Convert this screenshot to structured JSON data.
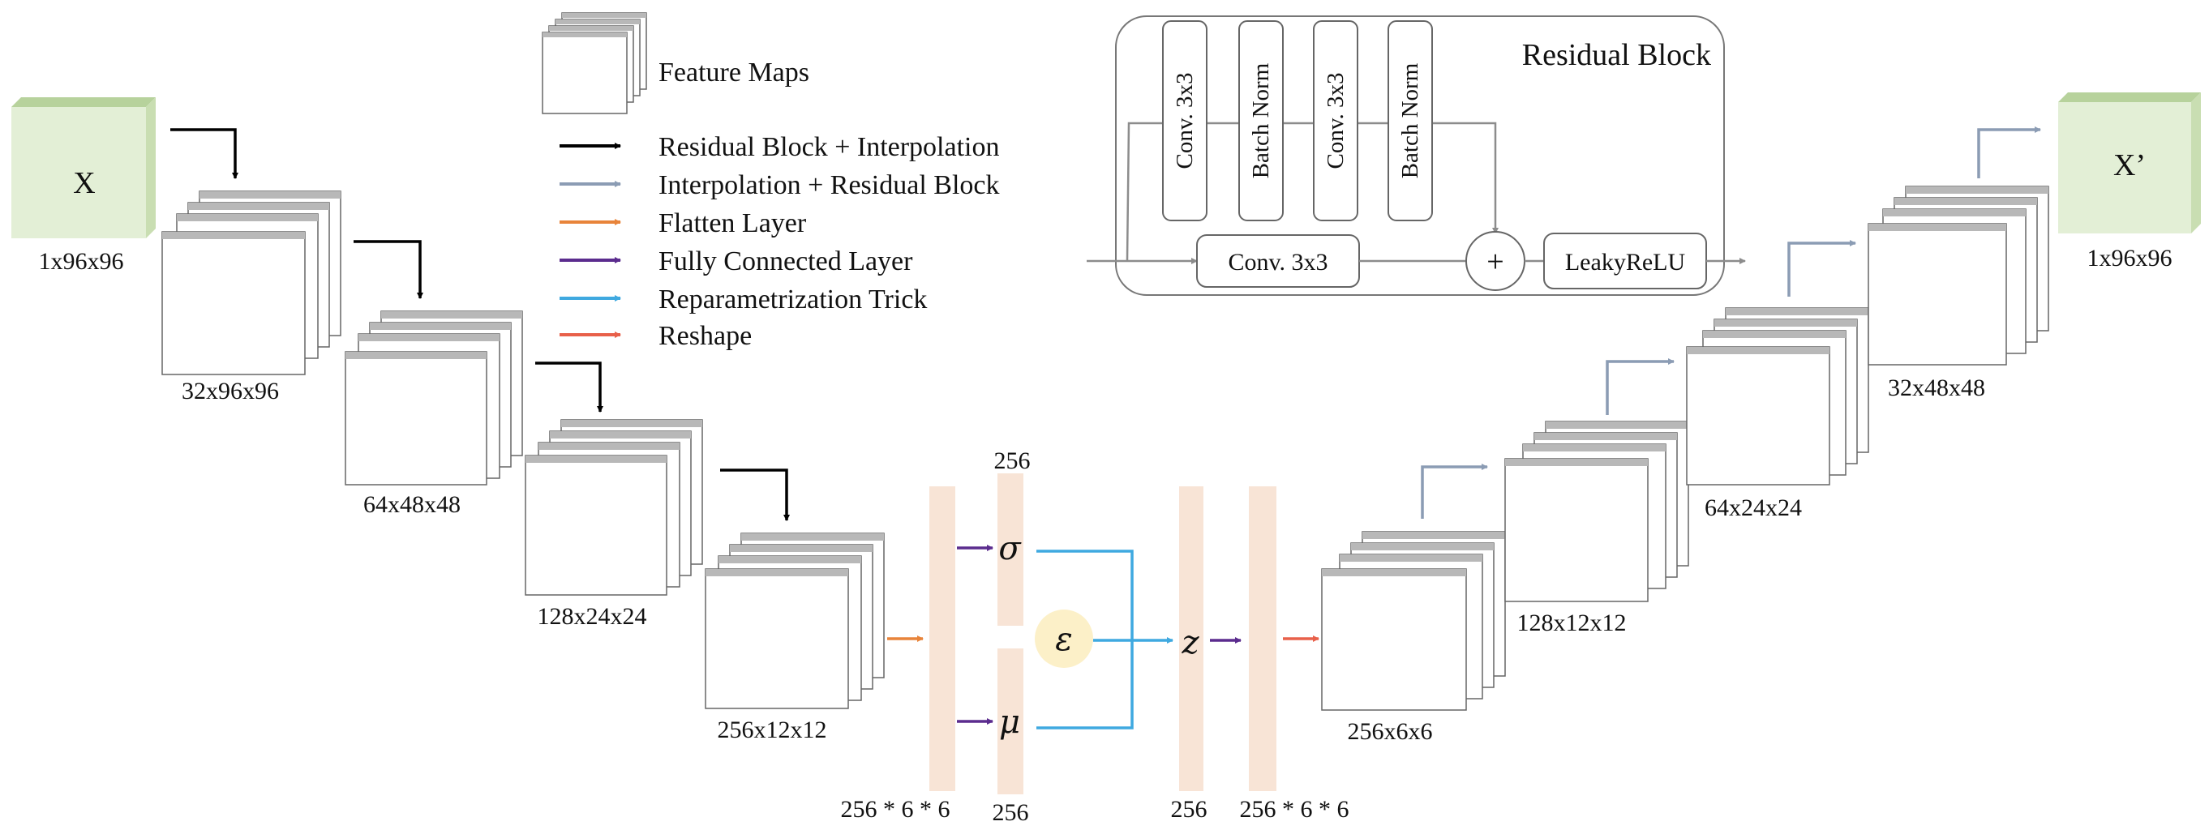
{
  "colors": {
    "residual_interp": "#000000",
    "interp_residual": "#8b9cb4",
    "flatten": "#e8843a",
    "fully_connected": "#5b2c8e",
    "reparam": "#3fa9e0",
    "reshape": "#e8604a",
    "io_fill": "#e3efd6",
    "vector_fill": "#f8e4d6",
    "epsilon_fill": "#fcf0c8"
  },
  "legend": {
    "feature_maps": "Feature Maps",
    "items": [
      {
        "label": "Residual Block + Interpolation",
        "color": "#000000"
      },
      {
        "label": "Interpolation + Residual Block",
        "color": "#8b9cb4"
      },
      {
        "label": "Flatten Layer",
        "color": "#e8843a"
      },
      {
        "label": "Fully Connected Layer",
        "color": "#5b2c8e"
      },
      {
        "label": "Reparametrization Trick",
        "color": "#3fa9e0"
      },
      {
        "label": "Reshape",
        "color": "#e8604a"
      }
    ]
  },
  "residual_block": {
    "title": "Residual Block",
    "layers": [
      "Conv. 3x3",
      "Batch Norm",
      "Conv. 3x3",
      "Batch Norm"
    ],
    "skip_conv": "Conv. 3x3",
    "add_symbol": "+",
    "activation": "LeakyReLU"
  },
  "encoder": {
    "input_label": "X",
    "input_dim": "1x96x96",
    "dims": [
      "32x96x96",
      "64x48x48",
      "128x24x24",
      "256x12x12"
    ]
  },
  "latent": {
    "flatten_dim": "256 * 6 * 6",
    "sigma": "σ",
    "mu": "μ",
    "sigma_dim": "256",
    "mu_dim": "256",
    "epsilon": "ε",
    "z": "z",
    "z_dim": "256",
    "reshape_dim": "256 * 6 * 6"
  },
  "decoder": {
    "dims": [
      "256x6x6",
      "128x12x12",
      "64x24x24",
      "32x48x48"
    ],
    "output_label": "X’",
    "output_dim": "1x96x96"
  }
}
